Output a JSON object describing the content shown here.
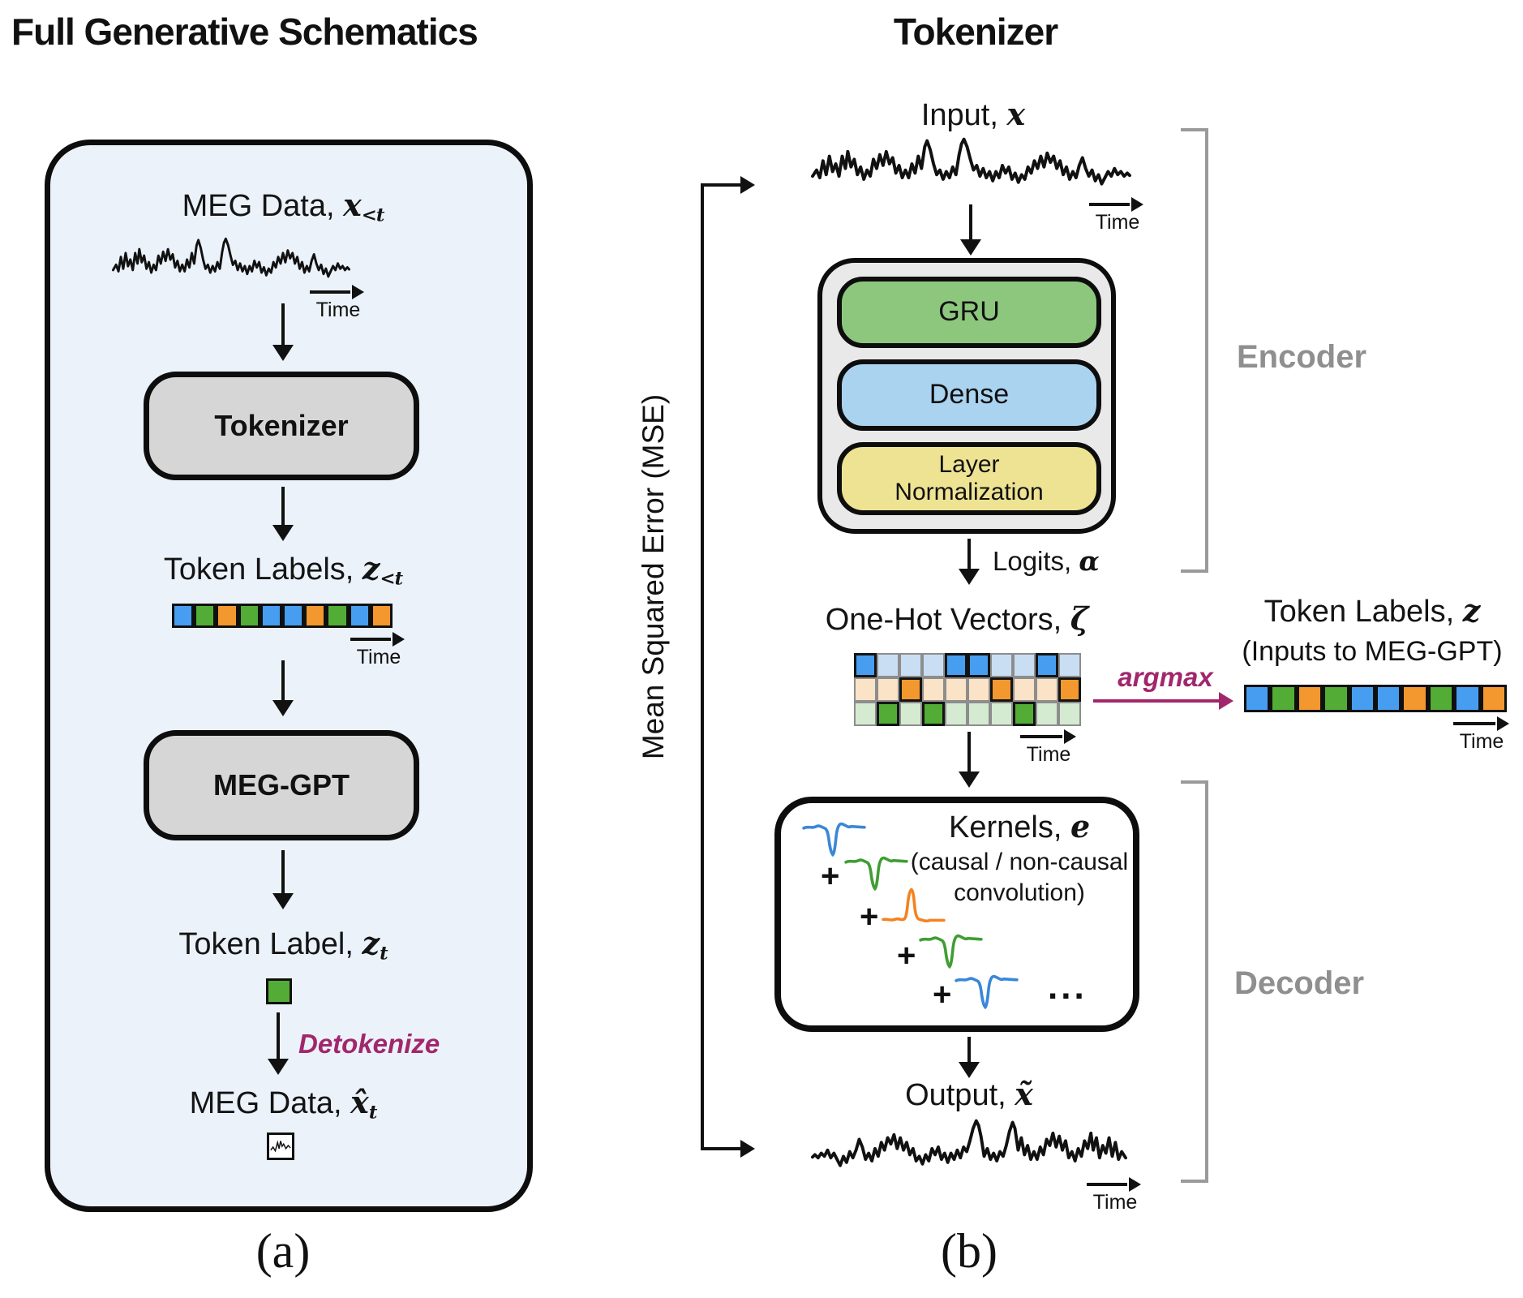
{
  "figure": {
    "time_label": "Time",
    "plus": "+",
    "ellipsis": "..."
  },
  "panel_a": {
    "title": "Full Generative Schematics",
    "caption": "(a)",
    "meg_data": {
      "prefix": "MEG Data, ",
      "symbol": "x",
      "sub": "<t"
    },
    "tokenizer_box_label": "Tokenizer",
    "token_labels": {
      "prefix": "Token Labels, ",
      "symbol": "z",
      "sub": "<t"
    },
    "meggpt_box_label": "MEG-GPT",
    "token_label": {
      "prefix": "Token Label, ",
      "symbol": "z",
      "sub": "t"
    },
    "detokenize_label": "Detokenize",
    "meg_data_hat": {
      "prefix": "MEG Data, ",
      "symbol": "x̂",
      "sub": "t"
    },
    "token_sequence": [
      "blue",
      "green",
      "orange",
      "green",
      "blue",
      "blue",
      "orange",
      "green",
      "blue",
      "orange"
    ]
  },
  "panel_b": {
    "title": "Tokenizer",
    "caption": "(b)",
    "input": {
      "prefix": "Input, ",
      "symbol": "x"
    },
    "mse_label": "Mean Squared Error (MSE)",
    "encoder_label": "Encoder",
    "decoder_label": "Decoder",
    "layers": [
      {
        "name": "GRU",
        "color": "#8dc77e"
      },
      {
        "name": "Dense",
        "color": "#aad3f0"
      },
      {
        "name": "Layer Normalization",
        "color": "#eee393"
      }
    ],
    "logits": {
      "prefix": "Logits, ",
      "symbol": "α"
    },
    "onehot": {
      "prefix": "One-Hot Vectors, ",
      "symbol": "ζ"
    },
    "argmax_label": "argmax",
    "token_labels_right": {
      "prefix": "Token Labels, ",
      "symbol": "z",
      "note": "(Inputs to MEG-GPT)"
    },
    "kernels": {
      "prefix": "Kernels, ",
      "symbol": "e",
      "note1": "(causal / non-causal",
      "note2": "convolution)"
    },
    "output": {
      "prefix": "Output, ",
      "symbol": "x̃"
    },
    "onehot_grid": {
      "row_colors": [
        "blue",
        "orange",
        "green"
      ],
      "selected_row_per_column": [
        0,
        2,
        1,
        2,
        0,
        0,
        1,
        2,
        0,
        1
      ]
    },
    "token_sequence": [
      "blue",
      "green",
      "orange",
      "green",
      "blue",
      "blue",
      "orange",
      "green",
      "blue",
      "orange"
    ]
  },
  "colors": {
    "blue": "#479ef0",
    "green": "#53ac36",
    "orange": "#f2982f",
    "blue_light": "#c9def3",
    "green_light": "#d5ebd1",
    "orange_light": "#fae3c6",
    "accent_magenta": "#a1276d",
    "panel_bg": "#ebf2fa",
    "box_gray": "#d6d6d6",
    "encoder_bg": "#e9e9e9"
  }
}
